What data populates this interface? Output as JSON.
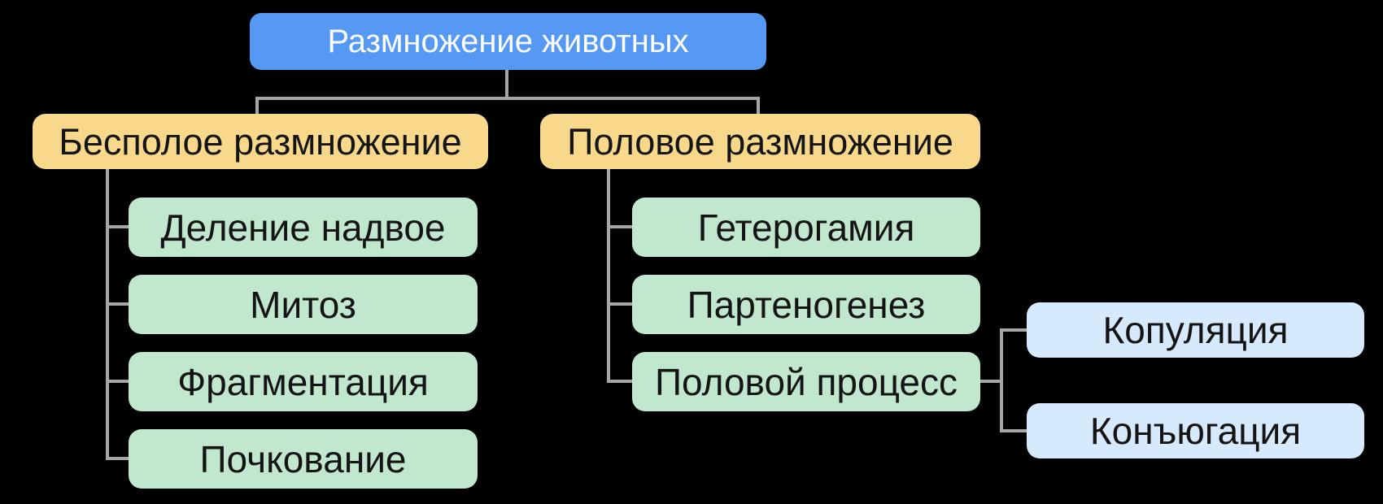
{
  "diagram": {
    "title": "Размножение животных",
    "root": {
      "label": "Размножение животных"
    },
    "branches": [
      {
        "label": "Бесполое размножение",
        "children": [
          "Деление надвое",
          "Митоз",
          "Фрагментация",
          "Почкование"
        ]
      },
      {
        "label": "Половое размножение",
        "children": [
          "Гетерогамия",
          "Партеногенез",
          "Половой процесс"
        ],
        "grandchildren": [
          "Копуляция",
          "Конъюгация"
        ]
      }
    ],
    "colors": {
      "background": "#000000",
      "root_fill": "#5599f5",
      "root_text": "#ffffff",
      "branch_fill": "#f8d98b",
      "leaf_fill": "#c1e7ce",
      "grandchild_fill": "#d7e9fc",
      "node_text": "#141414",
      "connector": "#a6a6a6"
    }
  }
}
